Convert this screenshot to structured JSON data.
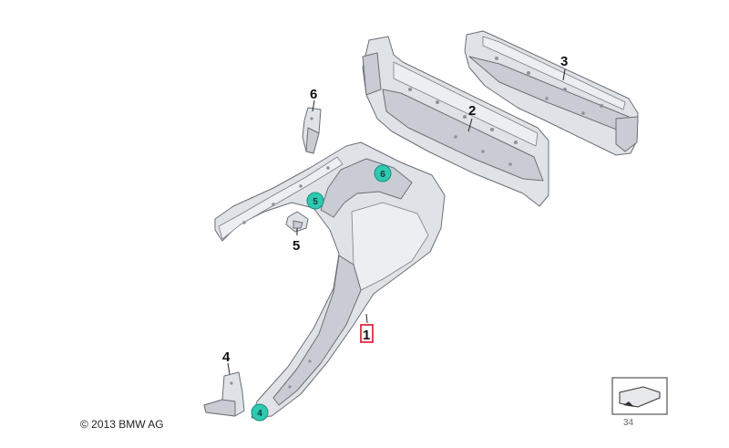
{
  "callouts": {
    "part1": "1",
    "part2": "2",
    "part3": "3",
    "part4": "4",
    "part5": "5",
    "part6": "6"
  },
  "badges": {
    "badge6": "6",
    "badge5": "5",
    "badge4": "4"
  },
  "colors": {
    "badge_fill": "#2ec9b0",
    "highlight_box": "#d9142b",
    "part_fill": "#dfe2e6"
  },
  "copyright": "© 2013 BMW AG",
  "corner_code": "34"
}
